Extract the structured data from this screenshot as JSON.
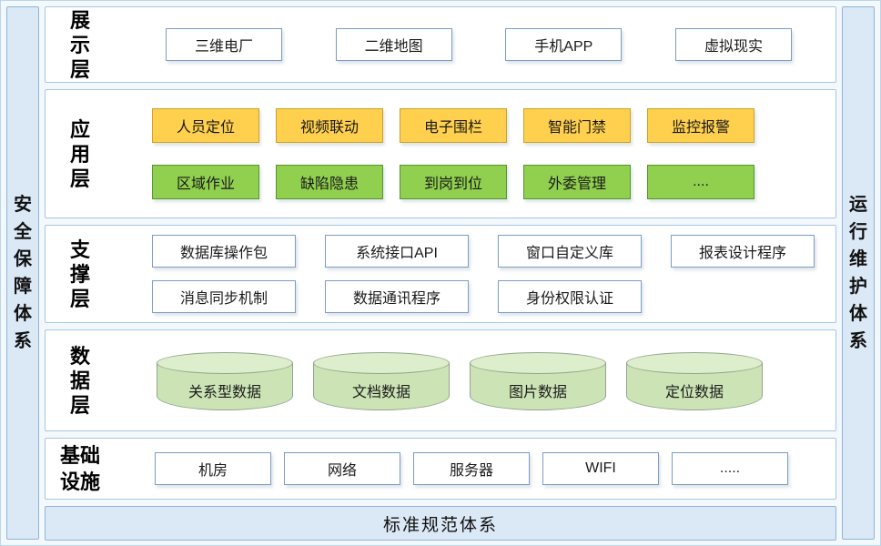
{
  "frame": {
    "left_bar": "安全保障体系",
    "right_bar": "运行维护体系",
    "bottom_bar": "标准规范体系"
  },
  "colors": {
    "sidebar_fill": "#dbe9f6",
    "sidebar_border": "#8fb4d9",
    "panel_border": "#a9c6e0",
    "blue_border": "#7c9cc6",
    "yellow_fill": "#ffd04d",
    "yellow_border": "#c9a227",
    "green_fill": "#90d04e",
    "green_border": "#55952f",
    "cylinder_fill": "#cce4b5",
    "cylinder_top_fill": "#dceecb",
    "cylinder_border": "#93a48b"
  },
  "layers": [
    {
      "label": "展示层",
      "rows": [
        {
          "style": "blue",
          "items": [
            "三维电厂",
            "二维地图",
            "手机APP",
            "虚拟现实"
          ]
        }
      ]
    },
    {
      "label": "应用层",
      "rows": [
        {
          "style": "yellow",
          "items": [
            "人员定位",
            "视频联动",
            "电子围栏",
            "智能门禁",
            "监控报警"
          ]
        },
        {
          "style": "green",
          "items": [
            "区域作业",
            "缺陷隐患",
            "到岗到位",
            "外委管理",
            "...."
          ]
        }
      ]
    },
    {
      "label": "支撑层",
      "rows": [
        {
          "style": "blue",
          "items": [
            "数据库操作包",
            "系统接口API",
            "窗口自定义库",
            "报表设计程序"
          ]
        },
        {
          "style": "blue",
          "items": [
            "消息同步机制",
            "数据通讯程序",
            "身份权限认证"
          ]
        }
      ]
    },
    {
      "label": "数据层",
      "rows": [
        {
          "style": "cylinder",
          "items": [
            "关系型数据",
            "文档数据",
            "图片数据",
            "定位数据"
          ]
        }
      ]
    },
    {
      "label": "基础设施",
      "rows": [
        {
          "style": "blue",
          "items": [
            "机房",
            "网络",
            "服务器",
            "WIFI",
            "....."
          ]
        }
      ]
    }
  ]
}
